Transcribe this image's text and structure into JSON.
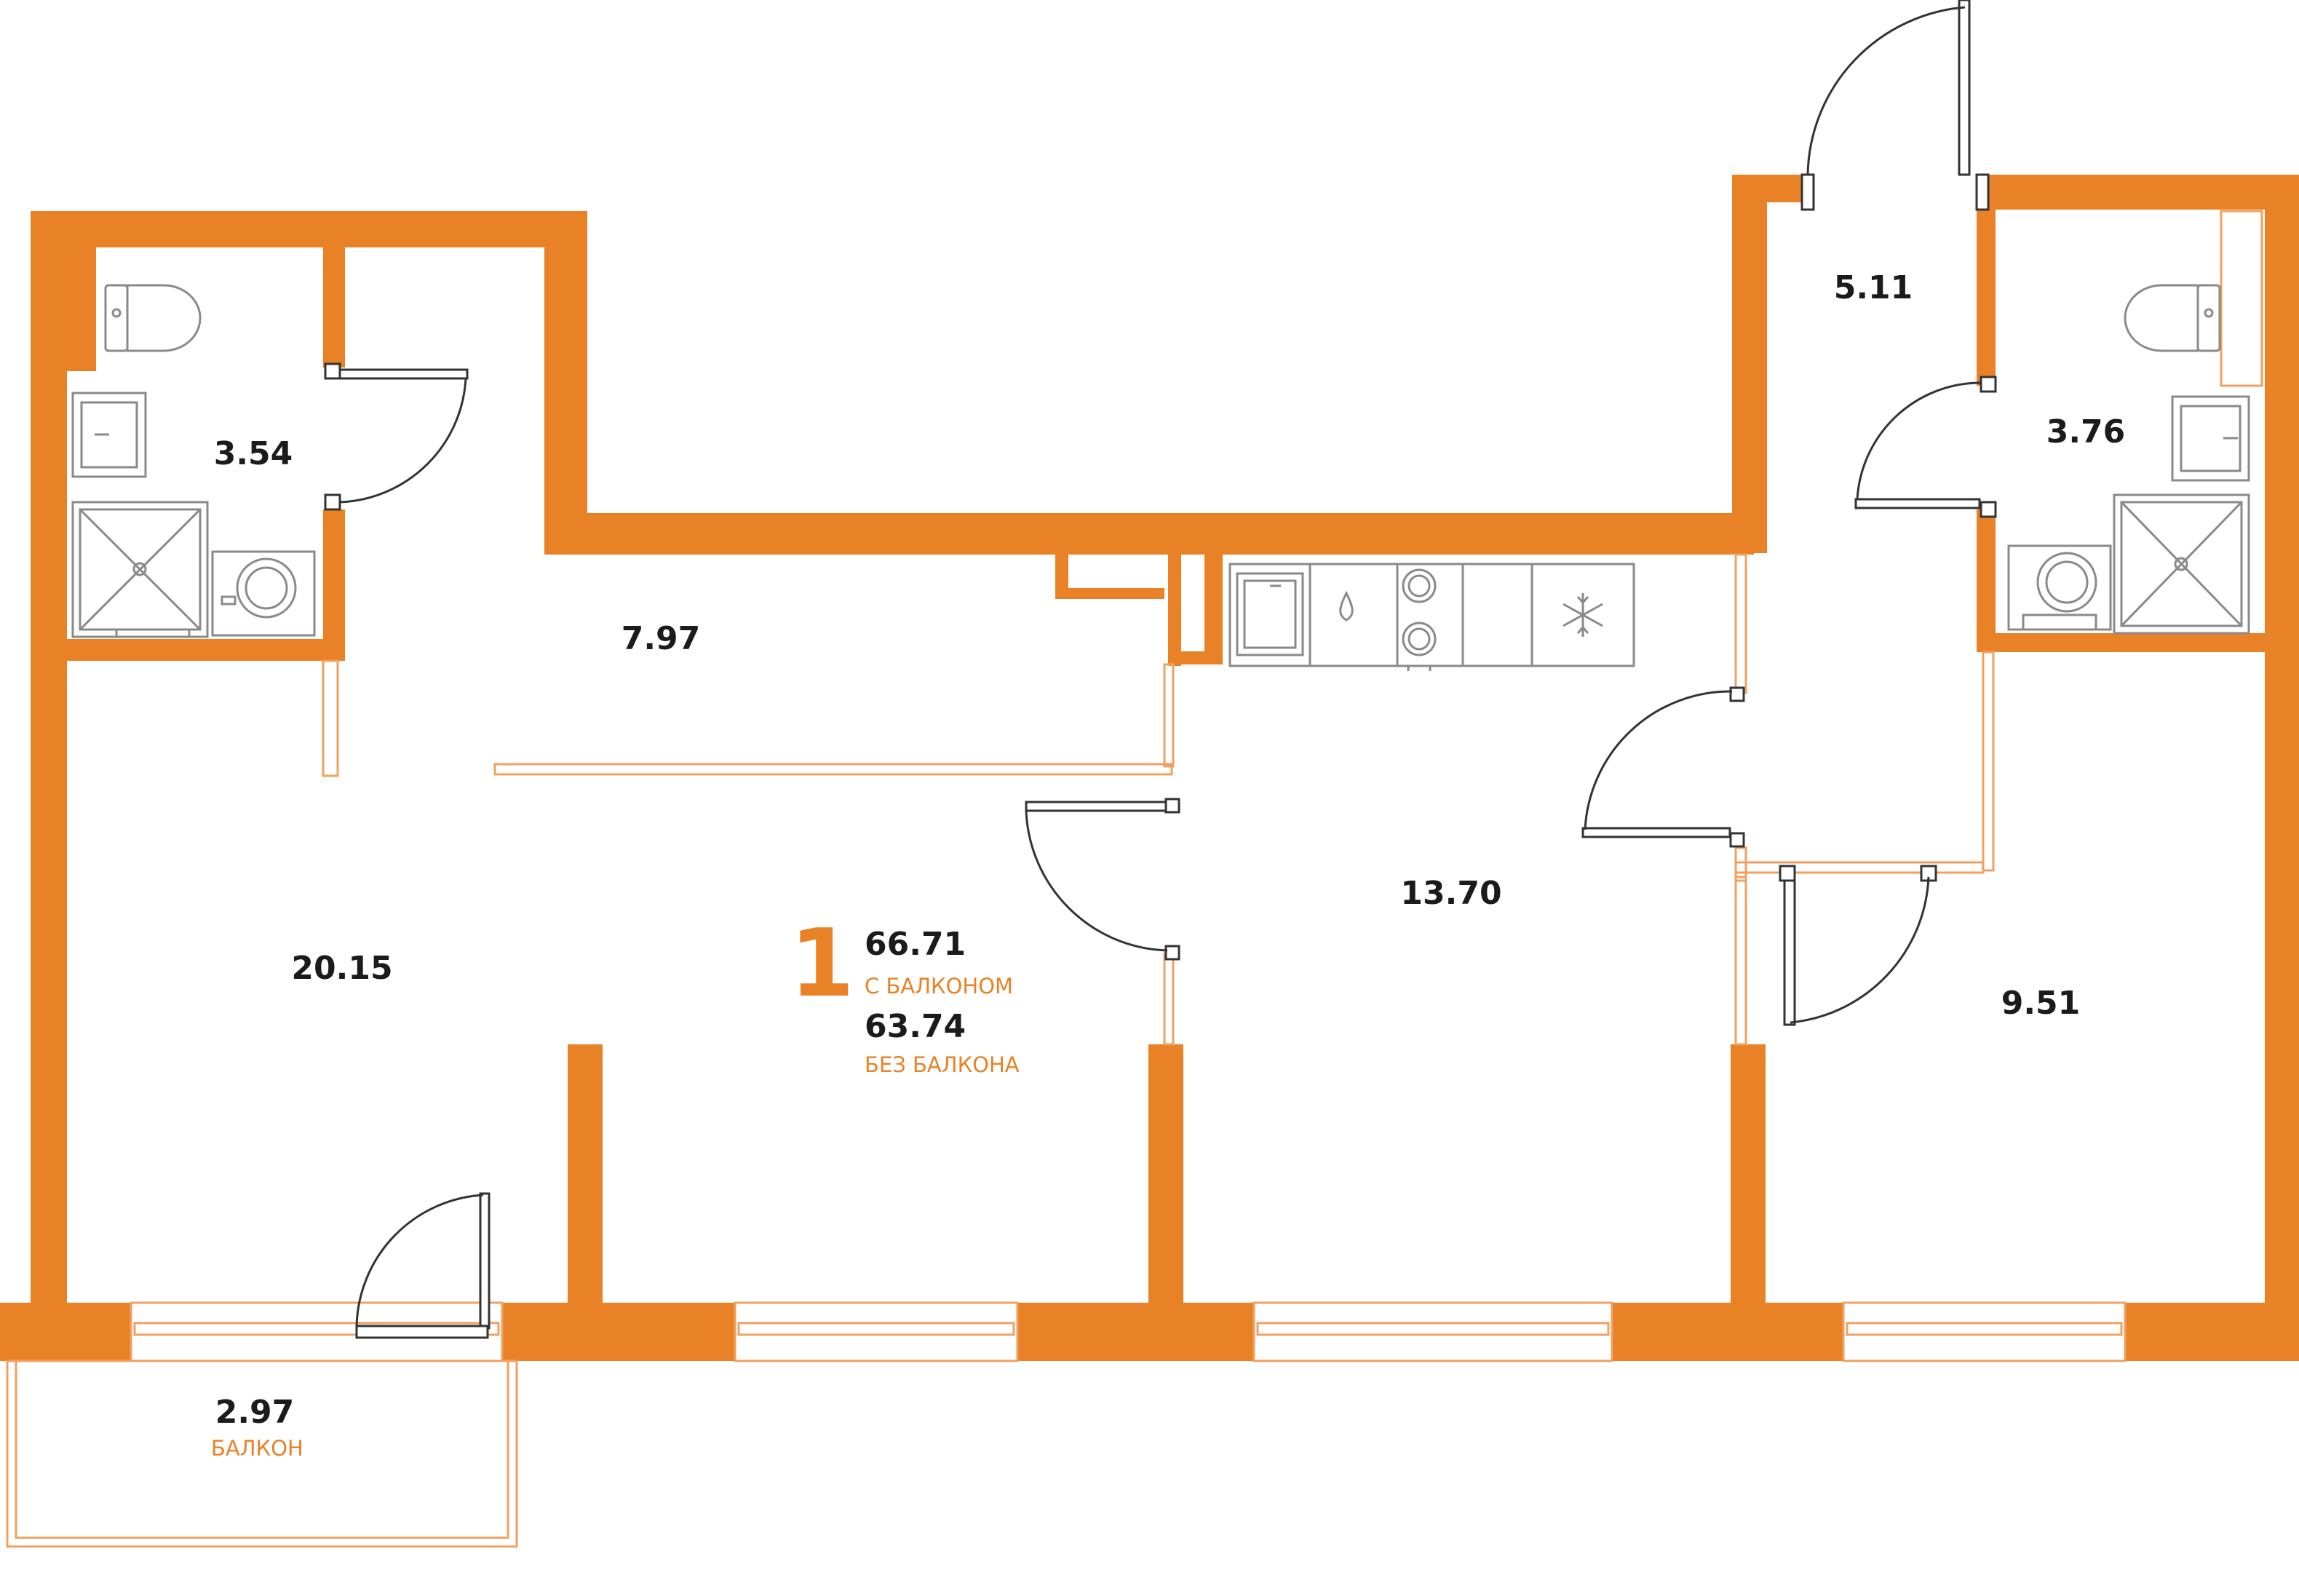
{
  "colors": {
    "wall": "#e98226",
    "thin_wall": "#f0a060",
    "door": "#333333",
    "fixture": "#8a8a8a",
    "text": "#1b1b1b",
    "accent": "#e98226"
  },
  "apartment": {
    "rooms_count": "1",
    "area_with_balcony": "66.71",
    "with_balcony_caption": "С БАЛКОНОМ",
    "area_without_balcony": "63.74",
    "without_balcony_caption": "БЕЗ БАЛКОНА"
  },
  "rooms": {
    "bathroom_left": "3.54",
    "hallway": "7.97",
    "living_room": "20.15",
    "kitchen": "13.70",
    "vestibule": "5.11",
    "bathroom_right": "3.76",
    "bedroom": "9.51",
    "balcony": "2.97",
    "balcony_caption": "БАЛКОН"
  },
  "icons": {
    "toilet": "toilet-icon",
    "sink": "sink-icon",
    "shower": "shower-icon",
    "washer": "washing-machine-icon",
    "stove": "stove-icon",
    "fridge": "snowflake-icon",
    "water": "water-drop-icon"
  }
}
